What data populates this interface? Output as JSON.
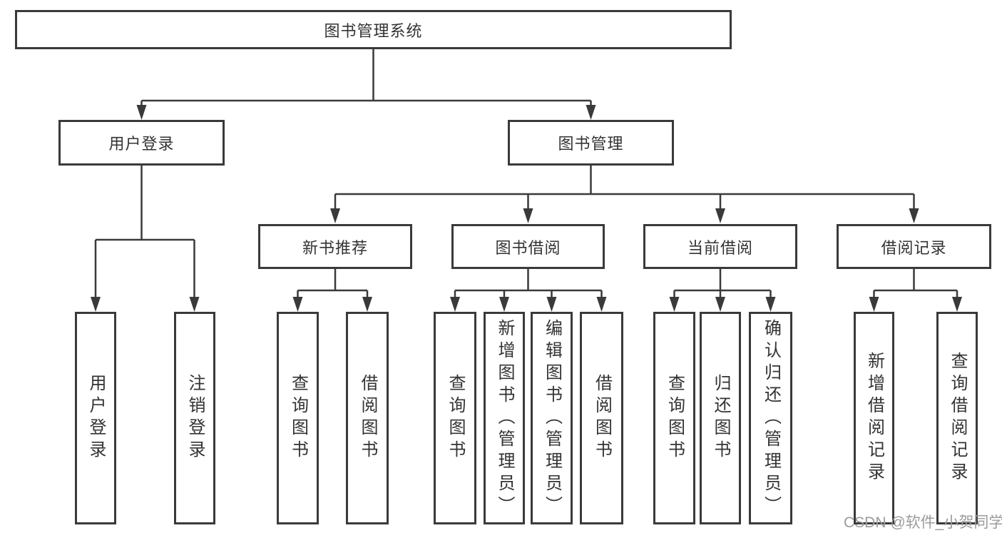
{
  "diagram_title": "图书管理系统",
  "tree": {
    "root": {
      "label": "图书管理系统"
    },
    "branches": [
      {
        "label": "用户登录",
        "children": [
          {
            "label": "用户登录"
          },
          {
            "label": "注销登录"
          }
        ]
      },
      {
        "label": "图书管理",
        "sections": [
          {
            "label": "新书推荐",
            "children": [
              {
                "label": "查询图书"
              },
              {
                "label": "借阅图书"
              }
            ]
          },
          {
            "label": "图书借阅",
            "children": [
              {
                "label": "查询图书"
              },
              {
                "label": "新增图书（管理员）"
              },
              {
                "label": "编辑图书（管理员）"
              },
              {
                "label": "借阅图书"
              }
            ]
          },
          {
            "label": "当前借阅",
            "children": [
              {
                "label": "查询图书"
              },
              {
                "label": "归还图书"
              },
              {
                "label": "确认归还（管理员）"
              }
            ]
          },
          {
            "label": "借阅记录",
            "children": [
              {
                "label": "新增借阅记录"
              },
              {
                "label": "查询借阅记录"
              }
            ]
          }
        ]
      }
    ]
  },
  "watermark": "CSDN @软件_小贺同学",
  "colors": {
    "line": "#3a3a3a",
    "text": "#333333",
    "watermark": "#9b9b9b",
    "background": "#ffffff"
  }
}
